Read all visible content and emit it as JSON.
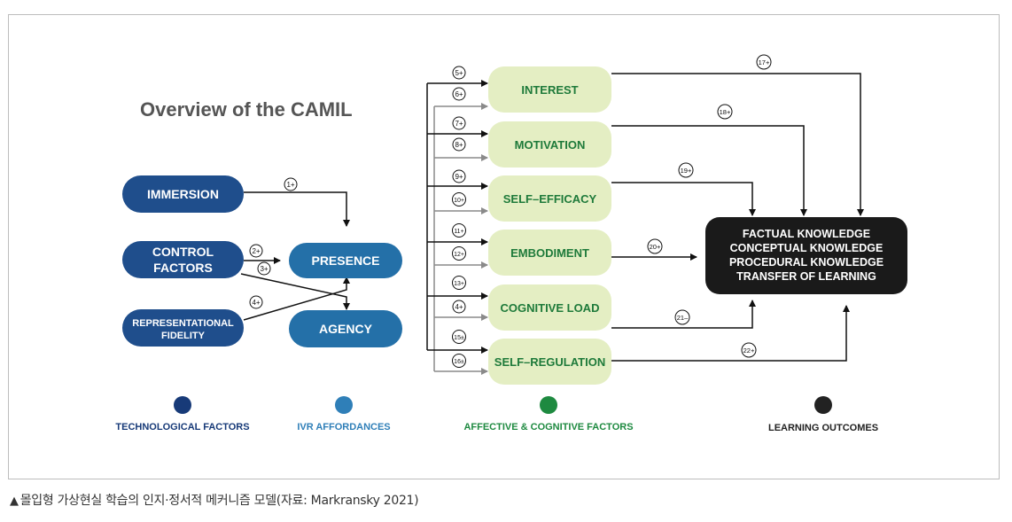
{
  "title": "Overview of the CAMIL",
  "colors": {
    "technological": "#1f4e8c",
    "ivr": "#2470a8",
    "affective_fill": "#e4eec3",
    "affective_text": "#1e7a3a",
    "affective_dot": "#1e8a40",
    "outcome": "#1a1a1a",
    "dark_navy_dot": "#173a78",
    "ivr_dot": "#2f7fb8",
    "black_dot": "#222222",
    "gray_arrow": "#8a8a8a"
  },
  "nodes": {
    "immersion": "IMMERSION",
    "control_factors": [
      "CONTROL",
      "FACTORS"
    ],
    "representational_fidelity": [
      "REPRESENTATIONAL",
      "FIDELITY"
    ],
    "presence": "PRESENCE",
    "agency": "AGENCY",
    "interest": "INTEREST",
    "motivation": "MOTIVATION",
    "self_efficacy": "SELF–EFFICACY",
    "embodiment": "EMBODIMENT",
    "cognitive_load": "COGNITIVE LOAD",
    "self_regulation": "SELF–REGULATION",
    "outcomes": [
      "FACTUAL KNOWLEDGE",
      "CONCEPTUAL KNOWLEDGE",
      "PROCEDURAL KNOWLEDGE",
      "TRANSFER OF LEARNING"
    ]
  },
  "labels": {
    "l1": "1+",
    "l2": "2+",
    "l3": "3+",
    "l4a": "4+",
    "l5": "5+",
    "l6": "6+",
    "l7": "7+",
    "l8": "8+",
    "l9": "9+",
    "l10": "10+",
    "l11": "11+",
    "l12": "12+",
    "l13": "13+",
    "l4b": "4+",
    "l15": "15±",
    "l16": "16±",
    "l17": "17+",
    "l18": "18+",
    "l19": "19+",
    "l20": "20+",
    "l21": "21–",
    "l22": "22+"
  },
  "legend": {
    "technological": "TECHNOLOGICAL FACTORS",
    "ivr": "IVR AFFORDANCES",
    "affective": "AFFECTIVE & COGNITIVE FACTORS",
    "outcomes": "LEARNING OUTCOMES"
  },
  "caption": "몰입형 가상현실 학습의 인지·정서적 메커니즘 모델(자료: Markransky 2021)"
}
